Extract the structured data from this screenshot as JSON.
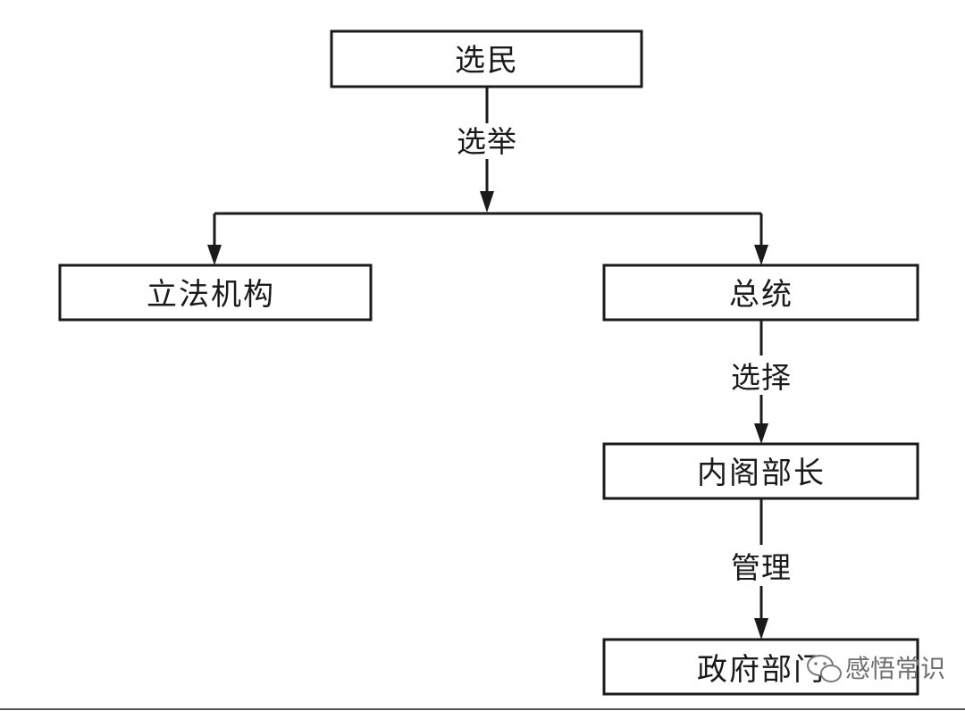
{
  "nodes": {
    "voters": "选民",
    "legislature": "立法机构",
    "president": "总统",
    "cabinet": "内阁部长",
    "gov_departments": "政府部门"
  },
  "edges": {
    "elect": "选举",
    "choose": "选择",
    "manage": "管理"
  },
  "watermark": {
    "text": "感悟常识",
    "icon": "wechat-chat-bubble-icon"
  }
}
